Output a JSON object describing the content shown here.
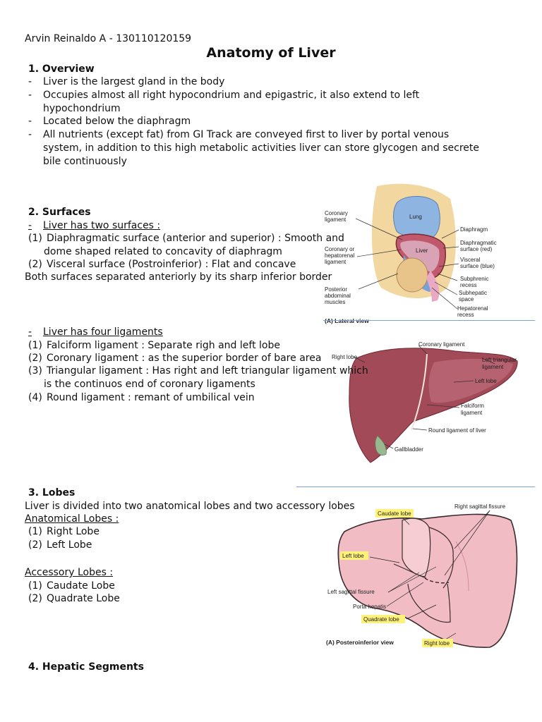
{
  "author": "Arvin Reinaldo A - 130110120159",
  "title": "Anatomy of Liver",
  "overview": {
    "heading": "1. Overview",
    "items": [
      "Liver is the largest gland in the body",
      "Occupies almost all right hypocondrium and epigastric, it also extend to left",
      "hypochondrium",
      "Located below the diaphragm",
      "All nutrients (except fat) from GI Track are conveyed first to liver by portal venous",
      "system, in addition to this high metabolic activities liver can store glycogen and secrete",
      "bile continuously"
    ]
  },
  "surfaces": {
    "heading": "2. Surfaces",
    "intro": "Liver has two surfaces :",
    "items": [
      {
        "num": "(1)",
        "text": "Diaphragmatic surface (anterior and superior) : Smooth and"
      },
      {
        "num": "",
        "text": "dome shaped related to concavity of diaphragm"
      },
      {
        "num": "(2)",
        "text": "Visceral surface (Postroinferior) : Flat and concave"
      }
    ],
    "note": "Both surfaces separated anteriorly by its sharp inferior border"
  },
  "ligaments": {
    "intro": "Liver has four ligaments",
    "items": [
      {
        "num": "(1)",
        "text": "Falciform ligament : Separate righ and left lobe"
      },
      {
        "num": "(2)",
        "text": "Coronary ligament : as the superior border of bare area"
      },
      {
        "num": "(3)",
        "text": "Triangular ligament : Has right and left triangular ligament which"
      },
      {
        "num": "",
        "text": "is the continuos end of coronary ligaments"
      },
      {
        "num": "(4)",
        "text": "Round ligament : remant of umbilical vein"
      }
    ]
  },
  "lobes": {
    "heading": "3. Lobes",
    "intro": "Liver is divided into two anatomical lobes and two accessory lobes",
    "anatomical_heading": "Anatomical Lobes :",
    "anatomical": [
      {
        "num": "(1)",
        "text": "Right Lobe"
      },
      {
        "num": "(2)",
        "text": "Left Lobe"
      }
    ],
    "accessory_heading": "Accessory Lobes :",
    "accessory": [
      {
        "num": "(1)",
        "text": "Caudate Lobe"
      },
      {
        "num": "(2)",
        "text": "Quadrate Lobe"
      }
    ]
  },
  "segments": {
    "heading": "4. Hepatic Segments"
  },
  "figure_lateral": {
    "labels": {
      "lung": "Lung",
      "liver": "Liver",
      "coronary": [
        "Coronary",
        "ligament"
      ],
      "diaphragm": "Diaphragm",
      "coronary_hepatorenal": [
        "Coronary or",
        "hepatorenal",
        "ligament"
      ],
      "diaphragmatic_surface": [
        "Diaphragmatic",
        "surface (red)"
      ],
      "visceral_surface": [
        "Visceral",
        "surface (blue)"
      ],
      "subphrenic": [
        "Subphrenic",
        "recess"
      ],
      "posterior_muscles": [
        "Posterior",
        "abdominal",
        "muscles"
      ],
      "subhepatic": [
        "Subhepatic",
        "space"
      ],
      "hepatorenal": [
        "Hepatorenal",
        "recess"
      ]
    },
    "caption": "(A) Lateral view"
  },
  "figure_anterior": {
    "labels": {
      "right_lobe": "Right lobe",
      "coronary": "Coronary ligament",
      "left_triangular": [
        "Left triangular",
        "ligament"
      ],
      "left_lobe": "Left lobe",
      "falciform": [
        "Falciform",
        "ligament"
      ],
      "round": "Round ligament of liver",
      "gallbladder": "Gallbladder"
    }
  },
  "figure_posterior": {
    "labels": {
      "caudate": "Caudate lobe",
      "right_sagittal": "Right sagittal fissure",
      "left_lobe": "Left lobe",
      "left_sagittal": "Left sagittal fissure",
      "porta": "Porta hepatis",
      "quadrate": "Quadrate lobe",
      "right_lobe": "Right lobe"
    },
    "caption": "(A) Posteroinferior view"
  }
}
